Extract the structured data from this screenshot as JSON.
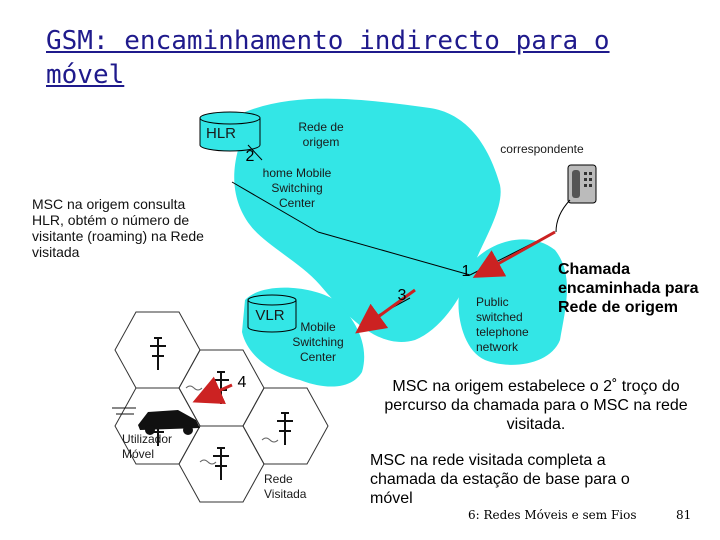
{
  "title": "GSM: encaminhamento indirecto para o móvel",
  "labels": {
    "hlr": "HLR",
    "home_network": "Rede de origem",
    "home_msc": "home Mobile Switching Center",
    "correspondent": "correspondente",
    "vlr": "VLR",
    "visited_msc": "Mobile Switching Center",
    "pstn": "Public switched telephone network",
    "mobile_user": "Utilizador Móvel",
    "visited_network": "Rede Visitada"
  },
  "steps": {
    "s1": "1",
    "s2": "2",
    "s3": "3",
    "s4": "4"
  },
  "notes": {
    "msc_consults": "MSC na origem consulta HLR, obtém o número de visitante (roaming) na Rede visitada",
    "call_routed": "Chamada encaminhada para Rede de origem",
    "second_leg": "MSC na origem estabelece o 2˚ troço do percurso da chamada para o MSC na rede visitada.",
    "completes": "MSC na rede visitada completa a chamada da estação de base para o móvel"
  },
  "footer": {
    "course": "6: Redes Móveis e sem Fios",
    "page": "81"
  },
  "colors": {
    "cloud": "#33e6e6",
    "title": "#1f1a8c",
    "arrow": "#cc2222"
  }
}
